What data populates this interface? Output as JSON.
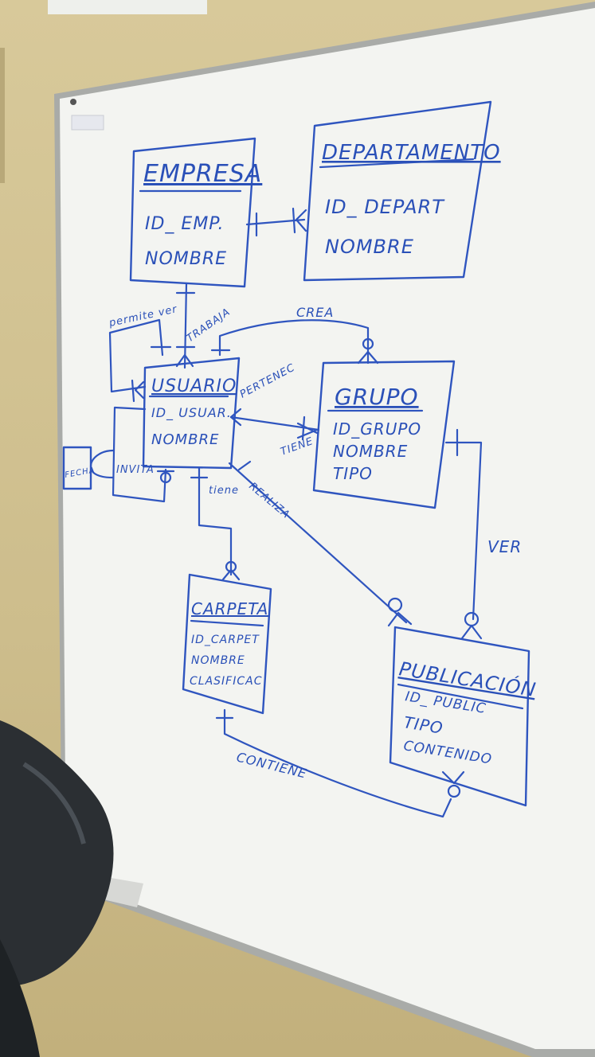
{
  "colors": {
    "ink": "#2a50b8",
    "wall": "#d2c391",
    "board": "#f3f4f1",
    "frame": "#a9aba8"
  },
  "entities": {
    "empresa": {
      "title": "EMPRESA",
      "attrs": [
        "ID_ EMP.",
        "NOMBRE"
      ]
    },
    "departamento": {
      "title": "DEPARTAMENTO",
      "attrs": [
        "ID_ DEPART",
        "NOMBRE"
      ]
    },
    "usuario": {
      "title": "USUARIO",
      "attrs": [
        "ID_ USUAR.",
        "NOMBRE"
      ]
    },
    "grupo": {
      "title": "GRUPO",
      "attrs": [
        "ID_GRUPO",
        "NOMBRE",
        "TIPO"
      ]
    },
    "carpeta": {
      "title": "CARPETA",
      "attrs": [
        "ID_CARPET",
        "NOMBRE",
        "CLASIFICAC"
      ]
    },
    "publicacion": {
      "title": "PUBLICACIÓN",
      "attrs": [
        "ID_ PUBLIC",
        "TIPO",
        "CONTENIDO"
      ]
    }
  },
  "relationships": {
    "permite_ver": "permite ver",
    "trabaja": "TRABAJA",
    "crea": "CREA",
    "pertenece": "PERTENEC",
    "tiene_grupo": "TIENE",
    "invita": "INVITA",
    "fecha": "FECHA",
    "tiene_carpeta": "tiene",
    "realiza": "REALIZA",
    "ver": "VER",
    "contiene": "CONTIENE"
  }
}
